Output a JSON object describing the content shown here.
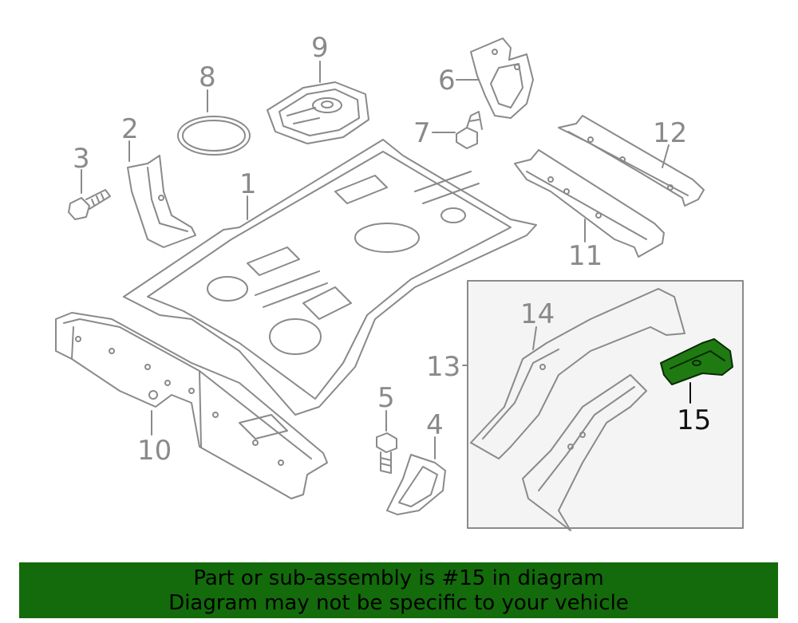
{
  "callouts": {
    "c1": "1",
    "c2": "2",
    "c3": "3",
    "c4": "4",
    "c5": "5",
    "c6": "6",
    "c7": "7",
    "c8": "8",
    "c9": "9",
    "c10": "10",
    "c11": "11",
    "c12": "12",
    "c13": "13",
    "c14": "14",
    "c15": "15"
  },
  "highlighted_part": "15",
  "colors": {
    "line": "#8a8a8a",
    "highlight_fill": "#1f7a12",
    "banner": "#136b0b",
    "box_bg": "#f4f4f4"
  },
  "banner": {
    "line1": "Part or sub-assembly is #15 in diagram",
    "line2": "Diagram may not be specific to your vehicle"
  }
}
